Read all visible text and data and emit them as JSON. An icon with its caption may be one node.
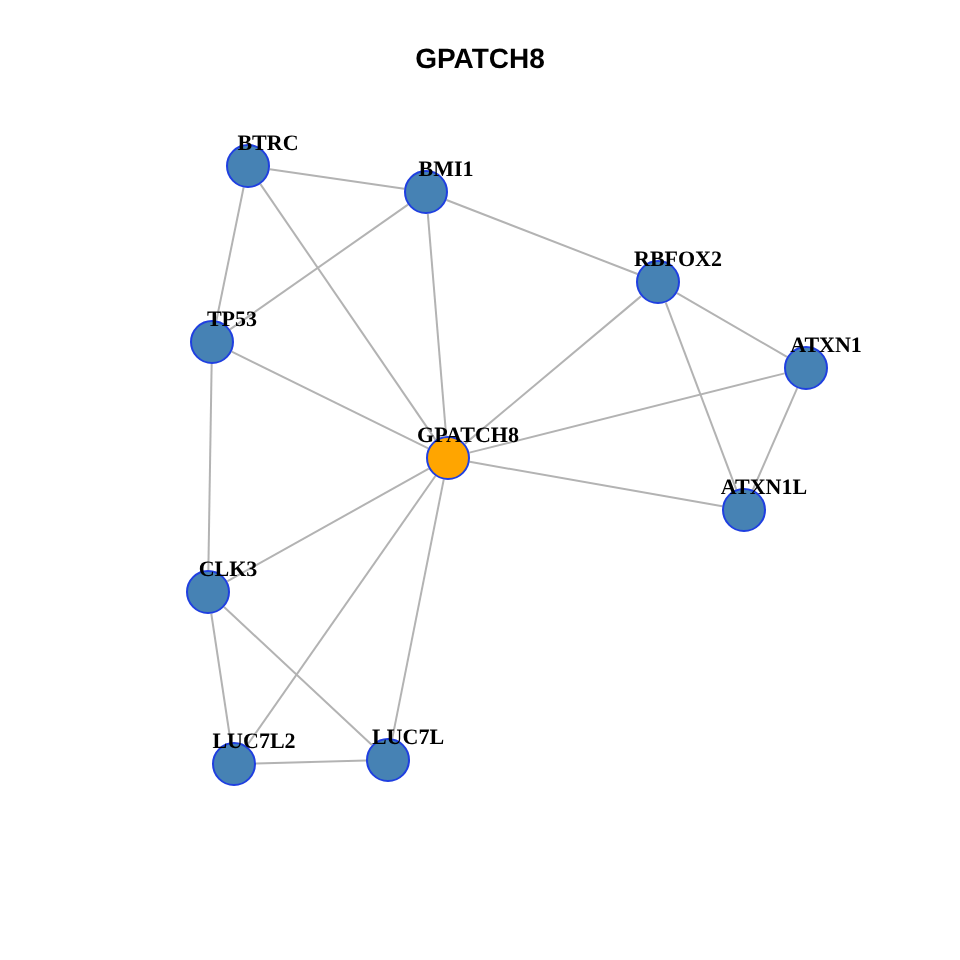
{
  "diagram": {
    "title": "GPATCH8",
    "nodes": [
      {
        "text": [
          "BTRC"
        ]
      },
      {
        "text": [
          "BMI1"
        ]
      },
      {
        "text": [
          "TP53"
        ]
      },
      {
        "text": [
          "RBFOX2"
        ]
      },
      {
        "text": [
          "ATXN1"
        ]
      },
      {
        "text": [
          "GPATCH8"
        ]
      },
      {
        "text": [
          "ATXN1L"
        ]
      },
      {
        "text": [
          "CLK3"
        ]
      },
      {
        "text": [
          "LUC7L2"
        ]
      },
      {
        "text": [
          "LUC7L"
        ]
      }
    ],
    "edges": [
      {
        "from": 0,
        "to": 1,
        "arrow": "none"
      },
      {
        "from": 0,
        "to": 2,
        "arrow": "none"
      },
      {
        "from": 0,
        "to": 5,
        "arrow": "none"
      },
      {
        "from": 1,
        "to": 2,
        "arrow": "none"
      },
      {
        "from": 1,
        "to": 5,
        "arrow": "none"
      },
      {
        "from": 1,
        "to": 3,
        "arrow": "none"
      },
      {
        "from": 2,
        "to": 5,
        "arrow": "none"
      },
      {
        "from": 2,
        "to": 7,
        "arrow": "none"
      },
      {
        "from": 3,
        "to": 5,
        "arrow": "none"
      },
      {
        "from": 3,
        "to": 4,
        "arrow": "none"
      },
      {
        "from": 3,
        "to": 6,
        "arrow": "none"
      },
      {
        "from": 4,
        "to": 5,
        "arrow": "none"
      },
      {
        "from": 4,
        "to": 6,
        "arrow": "none"
      },
      {
        "from": 5,
        "to": 6,
        "arrow": "none"
      },
      {
        "from": 5,
        "to": 7,
        "arrow": "none"
      },
      {
        "from": 5,
        "to": 8,
        "arrow": "none"
      },
      {
        "from": 5,
        "to": 9,
        "arrow": "none"
      },
      {
        "from": 7,
        "to": 8,
        "arrow": "none"
      },
      {
        "from": 7,
        "to": 9,
        "arrow": "none"
      },
      {
        "from": 8,
        "to": 9,
        "arrow": "none"
      }
    ]
  }
}
